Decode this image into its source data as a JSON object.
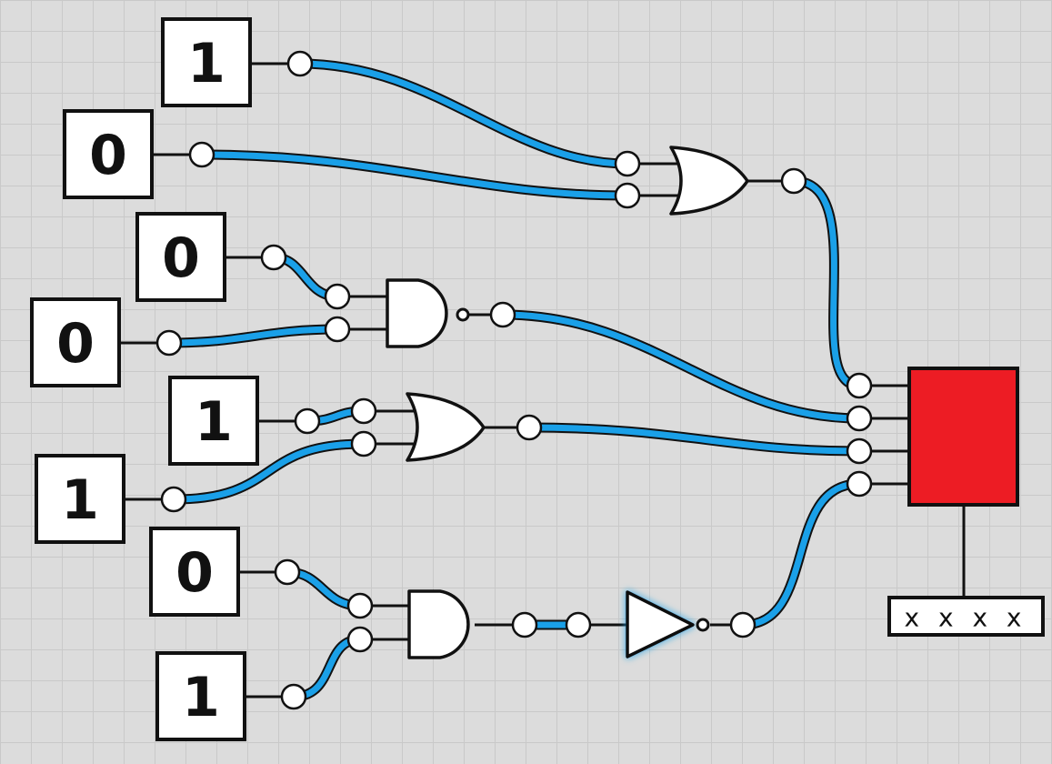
{
  "inputs": [
    {
      "id": "in1",
      "value": "1"
    },
    {
      "id": "in2",
      "value": "0"
    },
    {
      "id": "in3",
      "value": "0"
    },
    {
      "id": "in4",
      "value": "0"
    },
    {
      "id": "in5",
      "value": "1"
    },
    {
      "id": "in6",
      "value": "1"
    },
    {
      "id": "in7",
      "value": "0"
    },
    {
      "id": "in8",
      "value": "1"
    }
  ],
  "gates": [
    {
      "id": "g1",
      "type": "or"
    },
    {
      "id": "g2",
      "type": "nand"
    },
    {
      "id": "g3",
      "type": "or"
    },
    {
      "id": "g4",
      "type": "and"
    },
    {
      "id": "g5",
      "type": "not"
    }
  ],
  "output": {
    "color": "#ed1c24",
    "display": "x x x x"
  },
  "colors": {
    "wire": "#1aa0e8",
    "background": "#dcdcdc",
    "grid": "#c9c9c9"
  }
}
